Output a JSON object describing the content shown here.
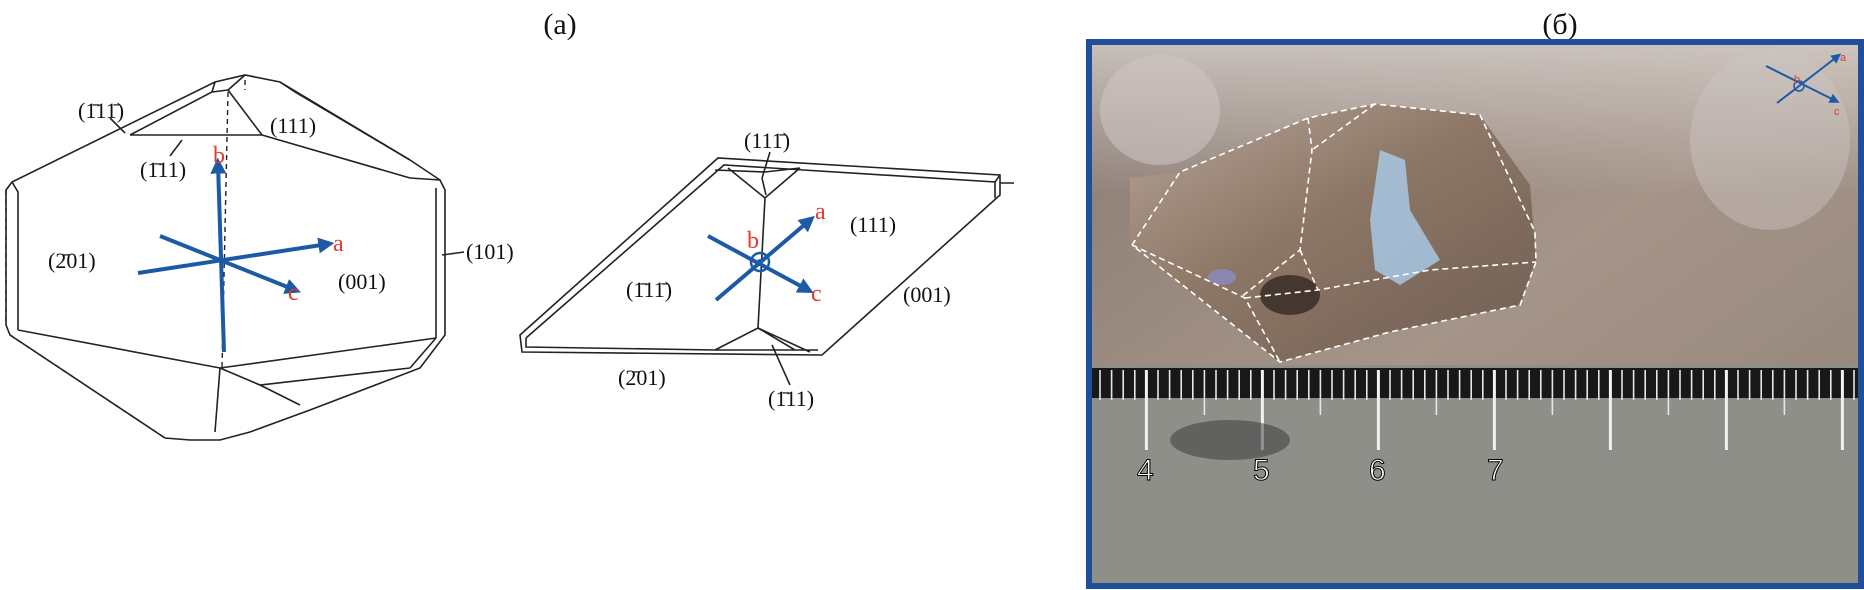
{
  "panels": {
    "a": "(a)",
    "b": "(б)"
  },
  "crystal1": {
    "faces": {
      "f_m1m1": "(1̄11̄)",
      "f_m111": "(1̄11)",
      "f_111": "(111)",
      "f_m201": "(2̄01)",
      "f_001": "(001)",
      "f_101": "(101)"
    },
    "axes": {
      "a": "a",
      "b": "b",
      "c": "c"
    }
  },
  "crystal2": {
    "faces": {
      "f_11m1": "(111̄)",
      "f_111": "(111)",
      "f_m1m1": "(1̄11̄)",
      "f_001": "(001)",
      "f_m201": "(2̄01)",
      "f_m111": "(1̄11)"
    },
    "axes": {
      "a": "a",
      "b": "b",
      "c": "c"
    }
  },
  "photo": {
    "axes": {
      "a": "a",
      "b": "b",
      "c": "c"
    },
    "ruler_numbers": [
      "4",
      "5",
      "6",
      "7"
    ]
  },
  "colors": {
    "axis_blue": "#1c5aa6",
    "axis_label_red": "#e8382b",
    "photo_frame": "#1f4f9a"
  }
}
